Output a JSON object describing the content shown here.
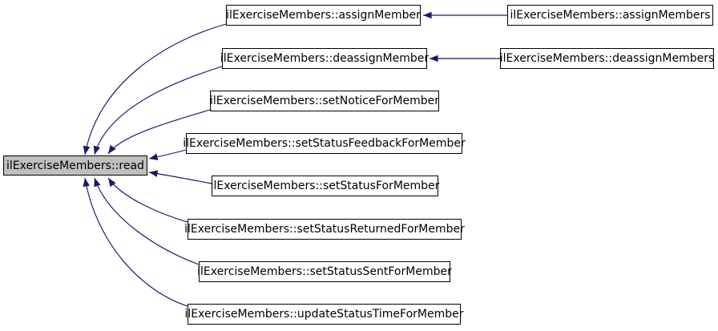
{
  "diagram": {
    "kind": "caller-graph",
    "colors": {
      "edge": "#191970",
      "highlight_fill": "#bfbfbf",
      "node_fill": "#ffffff",
      "node_border": "#000000",
      "text": "#000000"
    },
    "nodes": {
      "read": {
        "label": "ilExerciseMembers::read",
        "highlighted": true
      },
      "assignMember": {
        "label": "ilExerciseMembers::assignMember",
        "highlighted": false
      },
      "deassignMember": {
        "label": "ilExerciseMembers::deassignMember",
        "highlighted": false
      },
      "setNoticeForMember": {
        "label": "ilExerciseMembers::setNoticeForMember",
        "highlighted": false
      },
      "setStatusFeedbackForMember": {
        "label": "ilExerciseMembers::setStatusFeedbackForMember",
        "highlighted": false
      },
      "setStatusForMember": {
        "label": "ilExerciseMembers::setStatusForMember",
        "highlighted": false
      },
      "setStatusReturnedForMember": {
        "label": "ilExerciseMembers::setStatusReturnedForMember",
        "highlighted": false
      },
      "setStatusSentForMember": {
        "label": "ilExerciseMembers::setStatusSentForMember",
        "highlighted": false
      },
      "updateStatusTimeForMember": {
        "label": "ilExerciseMembers::updateStatusTimeForMember",
        "highlighted": false
      },
      "assignMembers": {
        "label": "ilExerciseMembers::assignMembers",
        "highlighted": false
      },
      "deassignMembers": {
        "label": "ilExerciseMembers::deassignMembers",
        "highlighted": false
      }
    },
    "edges": [
      {
        "from": "ilExerciseMembers::assignMember",
        "to": "ilExerciseMembers::read"
      },
      {
        "from": "ilExerciseMembers::deassignMember",
        "to": "ilExerciseMembers::read"
      },
      {
        "from": "ilExerciseMembers::setNoticeForMember",
        "to": "ilExerciseMembers::read"
      },
      {
        "from": "ilExerciseMembers::setStatusFeedbackForMember",
        "to": "ilExerciseMembers::read"
      },
      {
        "from": "ilExerciseMembers::setStatusForMember",
        "to": "ilExerciseMembers::read"
      },
      {
        "from": "ilExerciseMembers::setStatusReturnedForMember",
        "to": "ilExerciseMembers::read"
      },
      {
        "from": "ilExerciseMembers::setStatusSentForMember",
        "to": "ilExerciseMembers::read"
      },
      {
        "from": "ilExerciseMembers::updateStatusTimeForMember",
        "to": "ilExerciseMembers::read"
      },
      {
        "from": "ilExerciseMembers::assignMembers",
        "to": "ilExerciseMembers::assignMember"
      },
      {
        "from": "ilExerciseMembers::deassignMembers",
        "to": "ilExerciseMembers::deassignMember"
      }
    ]
  }
}
